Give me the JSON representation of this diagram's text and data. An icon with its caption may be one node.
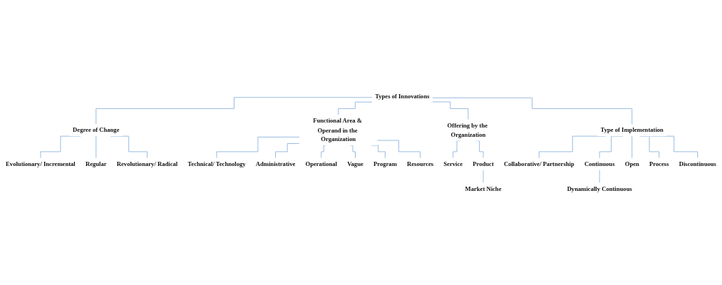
{
  "diagram": {
    "nodes": [
      {
        "text": [
          "Types of Innovations"
        ]
      },
      {
        "text": [
          "Degree of Change"
        ]
      },
      {
        "text": [
          "Functional Area & Operand in the Organization"
        ]
      },
      {
        "text": [
          "Offering by the Organization"
        ]
      },
      {
        "text": [
          "Type of Implementation"
        ]
      },
      {
        "text": [
          "Evolutionary/ Incremental"
        ]
      },
      {
        "text": [
          "Regular"
        ]
      },
      {
        "text": [
          "Revolutionary/ Radical"
        ]
      },
      {
        "text": [
          "Technical/ Technology"
        ]
      },
      {
        "text": [
          "Administrative"
        ]
      },
      {
        "text": [
          "Operational"
        ]
      },
      {
        "text": [
          "Vague"
        ]
      },
      {
        "text": [
          "Program"
        ]
      },
      {
        "text": [
          "Resources"
        ]
      },
      {
        "text": [
          "Service"
        ]
      },
      {
        "text": [
          "Product"
        ]
      },
      {
        "text": [
          "Market Niche"
        ]
      },
      {
        "text": [
          "Collaborative/ Partnership"
        ]
      },
      {
        "text": [
          "Continuous"
        ]
      },
      {
        "text": [
          "Open"
        ]
      },
      {
        "text": [
          "Process"
        ]
      },
      {
        "text": [
          "Discontinuous"
        ]
      },
      {
        "text": [
          "Dynamically Continuous"
        ]
      }
    ],
    "edges": [
      {
        "from": 0,
        "to": 1,
        "arrow": "none"
      },
      {
        "from": 0,
        "to": 2,
        "arrow": "none"
      },
      {
        "from": 0,
        "to": 3,
        "arrow": "none"
      },
      {
        "from": 0,
        "to": 4,
        "arrow": "none"
      },
      {
        "from": 1,
        "to": 5,
        "arrow": "none"
      },
      {
        "from": 1,
        "to": 6,
        "arrow": "none"
      },
      {
        "from": 1,
        "to": 7,
        "arrow": "none"
      },
      {
        "from": 2,
        "to": 8,
        "arrow": "none"
      },
      {
        "from": 2,
        "to": 9,
        "arrow": "none"
      },
      {
        "from": 2,
        "to": 10,
        "arrow": "none"
      },
      {
        "from": 2,
        "to": 11,
        "arrow": "none"
      },
      {
        "from": 2,
        "to": 12,
        "arrow": "none"
      },
      {
        "from": 2,
        "to": 13,
        "arrow": "none"
      },
      {
        "from": 3,
        "to": 14,
        "arrow": "none"
      },
      {
        "from": 3,
        "to": 15,
        "arrow": "none"
      },
      {
        "from": 15,
        "to": 16,
        "arrow": "none"
      },
      {
        "from": 4,
        "to": 17,
        "arrow": "none"
      },
      {
        "from": 4,
        "to": 18,
        "arrow": "none"
      },
      {
        "from": 4,
        "to": 19,
        "arrow": "none"
      },
      {
        "from": 4,
        "to": 20,
        "arrow": "none"
      },
      {
        "from": 4,
        "to": 21,
        "arrow": "none"
      },
      {
        "from": 18,
        "to": 22,
        "arrow": "none"
      }
    ]
  }
}
